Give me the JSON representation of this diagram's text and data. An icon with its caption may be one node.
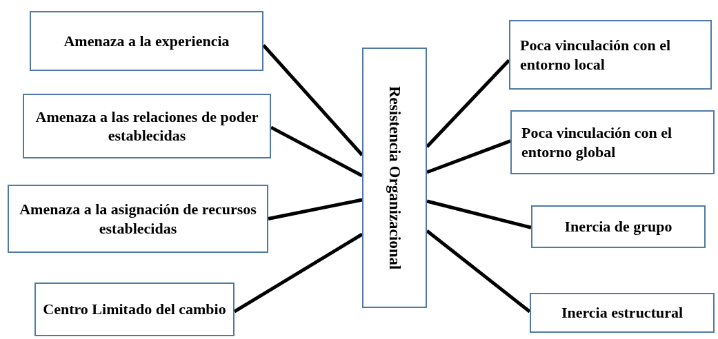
{
  "diagram": {
    "nodes": [
      {
        "text": [
          "Amenaza a la experiencia"
        ]
      },
      {
        "text": [
          "Amenaza a las relaciones de poder establecidas"
        ]
      },
      {
        "text": [
          "Amenaza a la asignación de recursos establecidas"
        ]
      },
      {
        "text": [
          "Centro Limitado del cambio"
        ]
      },
      {
        "text": [
          "Resistencia Organizacional"
        ]
      },
      {
        "text": [
          "Poca vinculación con el entorno local"
        ]
      },
      {
        "text": [
          "Poca vinculación con el entorno global"
        ]
      },
      {
        "text": [
          "Inercia de grupo"
        ]
      },
      {
        "text": [
          "Inercia estructural"
        ]
      }
    ],
    "edges": [
      {
        "from": 0,
        "to": 4,
        "arrow": "none"
      },
      {
        "from": 1,
        "to": 4,
        "arrow": "none"
      },
      {
        "from": 2,
        "to": 4,
        "arrow": "none"
      },
      {
        "from": 3,
        "to": 4,
        "arrow": "none"
      },
      {
        "from": 5,
        "to": 4,
        "arrow": "none"
      },
      {
        "from": 6,
        "to": 4,
        "arrow": "none"
      },
      {
        "from": 7,
        "to": 4,
        "arrow": "none"
      },
      {
        "from": 8,
        "to": 4,
        "arrow": "none"
      }
    ]
  }
}
